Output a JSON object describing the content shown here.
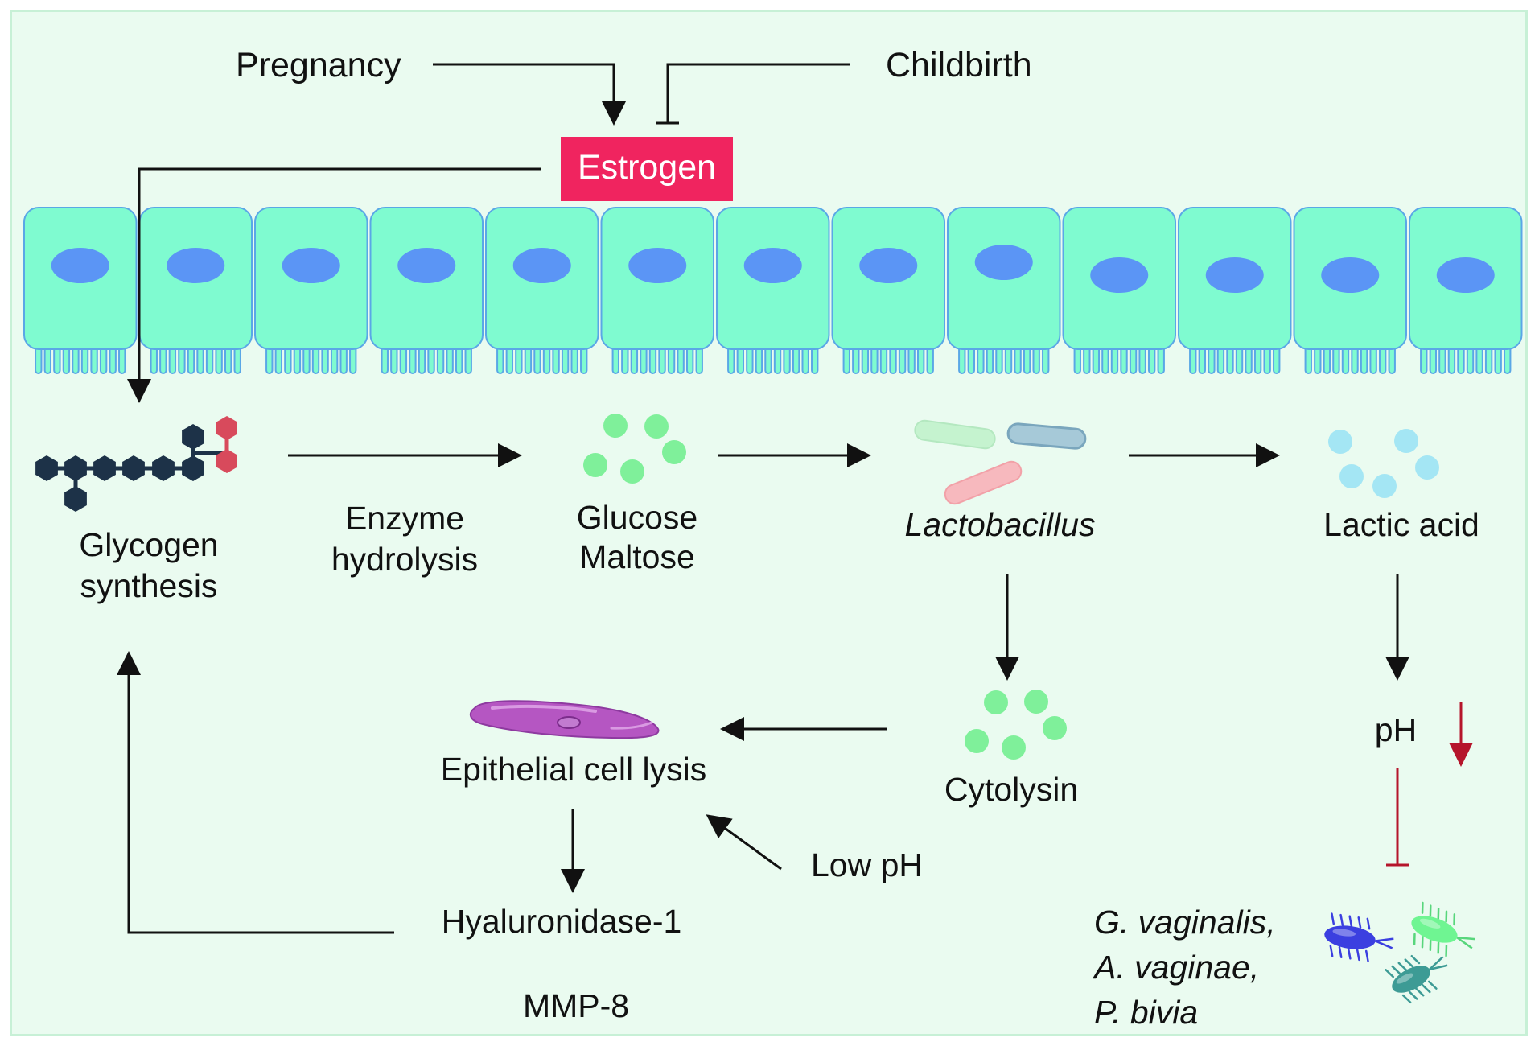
{
  "inputs": {
    "pregnancy": "Pregnancy",
    "childbirth": "Childbirth"
  },
  "hormone": {
    "label": "Estrogen",
    "color": "#f0245f"
  },
  "pathway": {
    "glycogen": {
      "line1": "Glycogen",
      "line2": "synthesis"
    },
    "enzyme": {
      "line1": "Enzyme",
      "line2": "hydrolysis"
    },
    "sugars": {
      "line1": "Glucose",
      "line2": "Maltose"
    },
    "bacteria": "Lactobacillus",
    "lactic_acid": "Lactic acid",
    "ph": "pH",
    "cytolysin": "Cytolysin",
    "lysis": "Epithelial cell lysis",
    "low_ph": "Low pH",
    "hyaluronidase": "Hyaluronidase-1",
    "mmp": "MMP-8"
  },
  "pathogens": [
    "G. vaginalis,",
    "A. vaginae,",
    "P. bivia"
  ],
  "colors": {
    "background": "#eafbf0",
    "cell": "#7ffbd0",
    "nucleus": "#5b95f5",
    "green_dots": "#7ff09a",
    "blue_dots": "#a4e6f4",
    "inhibit_red": "#b5152b",
    "glycogen_dark": "#1d3248",
    "glycogen_red": "#d84a5c"
  }
}
